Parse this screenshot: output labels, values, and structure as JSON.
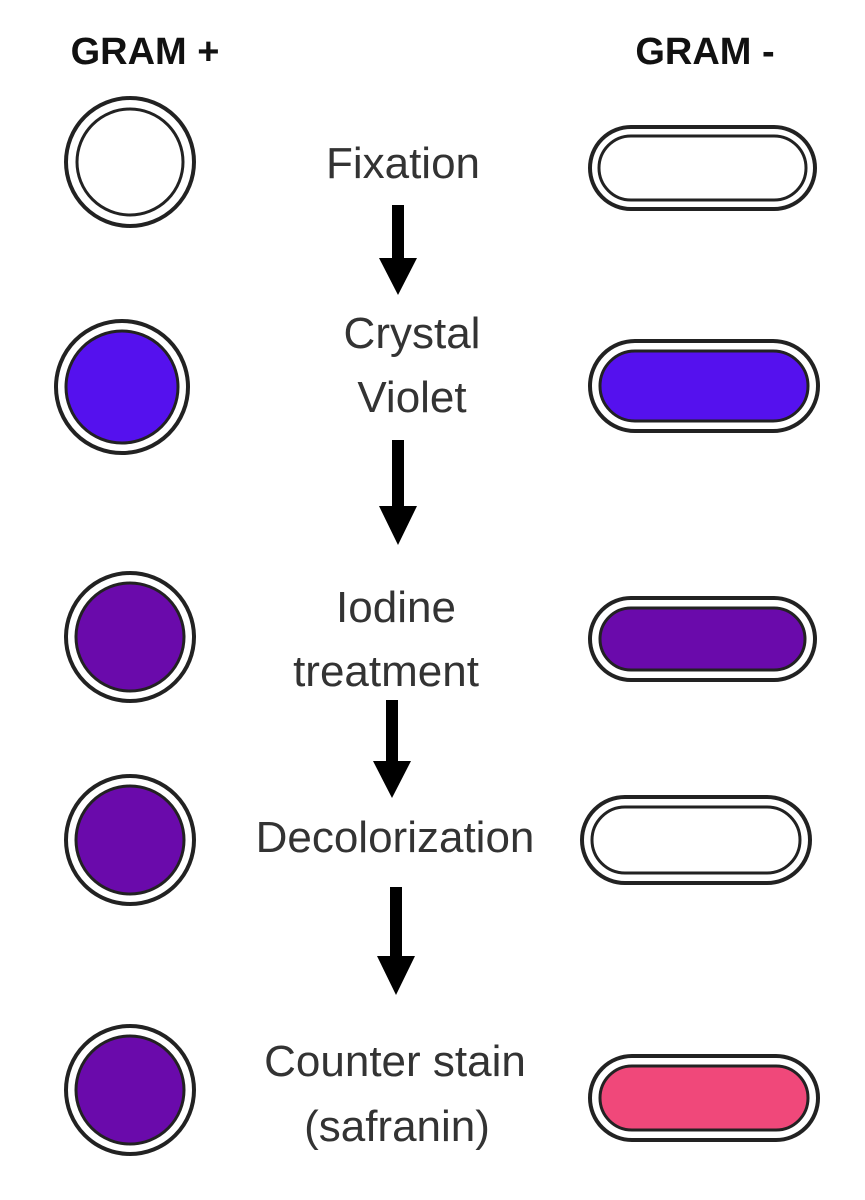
{
  "headers": {
    "gram_positive": "GRAM +",
    "gram_negative": "GRAM -"
  },
  "steps": [
    {
      "lines": [
        "Fixation"
      ],
      "gram_positive_fill": "#ffffff",
      "gram_negative_fill": "#ffffff"
    },
    {
      "lines": [
        "Crystal",
        "Violet"
      ],
      "gram_positive_fill": "#5511ee",
      "gram_negative_fill": "#5511ee"
    },
    {
      "lines": [
        "Iodine",
        "treatment"
      ],
      "gram_positive_fill": "#6a0aab",
      "gram_negative_fill": "#6a0aab"
    },
    {
      "lines": [
        "Decolorization"
      ],
      "gram_positive_fill": "#6a0aab",
      "gram_negative_fill": "#ffffff"
    },
    {
      "lines": [
        "Counter stain",
        "(safranin)"
      ],
      "gram_positive_fill": "#6a0aab",
      "gram_negative_fill": "#f0487a"
    }
  ]
}
